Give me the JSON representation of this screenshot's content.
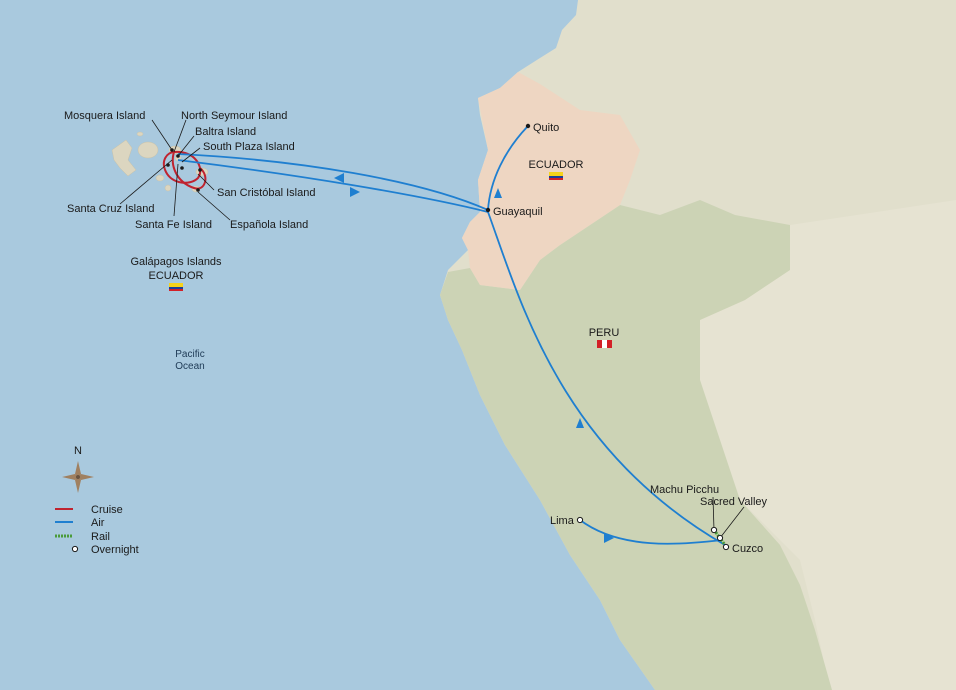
{
  "places": {
    "quito": "Quito",
    "guayaquil": "Guayaquil",
    "ecuador": "ECUADOR",
    "peru": "PERU",
    "lima": "Lima",
    "cuzco": "Cuzco",
    "machu_picchu": "Machu Picchu",
    "sacred_valley": "Sacred Valley"
  },
  "islands": {
    "mosquera": "Mosquera Island",
    "north_seymour": "North Seymour Island",
    "baltra": "Baltra Island",
    "south_plaza": "South Plaza Island",
    "san_cristobal": "San Cristóbal Island",
    "santa_cruz": "Santa Cruz Island",
    "santa_fe": "Santa Fe Island",
    "espanola": "Española Island"
  },
  "galapagos": {
    "name": "Galápagos Islands",
    "country": "ECUADOR"
  },
  "ocean": {
    "line1": "Pacific",
    "line2": "Ocean"
  },
  "compass_label": "N",
  "legend": {
    "cruise": "Cruise",
    "air": "Air",
    "rail": "Rail",
    "overnight": "Overnight"
  },
  "colors": {
    "ocean": "#a9c9de",
    "land": "#dcdcc8",
    "peru": "#ccd2b6",
    "ecuador": "#eed7c4",
    "cruise": "#c0232f",
    "air": "#1f7fd0",
    "rail": "#4a9b3a"
  }
}
